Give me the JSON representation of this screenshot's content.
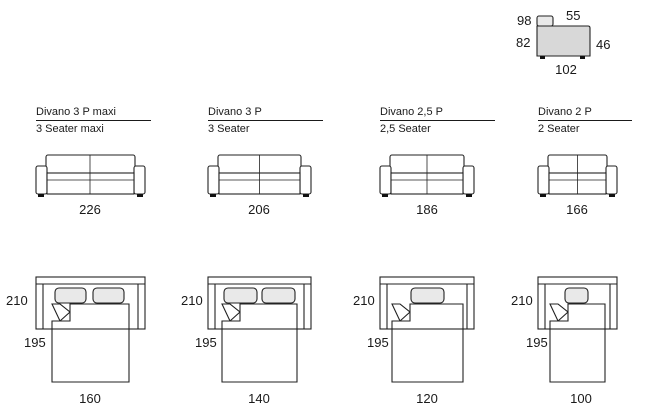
{
  "module": {
    "back_height": "98",
    "seat_depth": "55",
    "seat_height": "82",
    "arm_height": "46",
    "depth": "102"
  },
  "models": [
    {
      "title": "Divano 3 P maxi",
      "subtitle": "3 Seater maxi",
      "sofa_width": "226",
      "bed_length": "210",
      "mattress_length": "195",
      "mattress_width": "160",
      "pillows": 2
    },
    {
      "title": "Divano 3 P",
      "subtitle": "3 Seater",
      "sofa_width": "206",
      "bed_length": "210",
      "mattress_length": "195",
      "mattress_width": "140",
      "pillows": 2
    },
    {
      "title": "Divano 2,5 P",
      "subtitle": "2,5 Seater",
      "sofa_width": "186",
      "bed_length": "210",
      "mattress_length": "195",
      "mattress_width": "120",
      "pillows": 1
    },
    {
      "title": "Divano 2 P",
      "subtitle": "2 Seater",
      "sofa_width": "166",
      "bed_length": "210",
      "mattress_length": "195",
      "mattress_width": "100",
      "pillows": 1
    }
  ]
}
